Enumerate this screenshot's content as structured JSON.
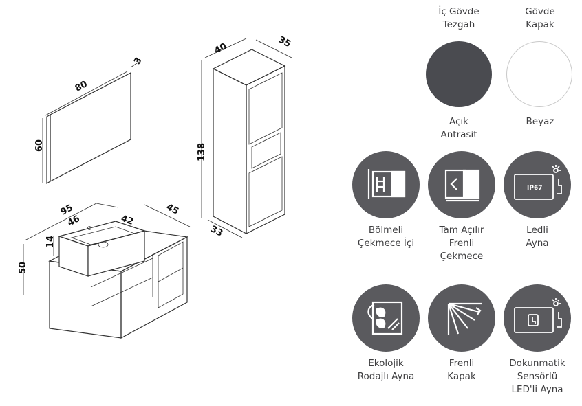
{
  "dimensions": {
    "mirror_width": "80",
    "mirror_height": "60",
    "mirror_depth": "3",
    "tall_width": "40",
    "tall_depth": "35",
    "tall_height": "138",
    "tall_base_depth": "33",
    "vanity_width": "95",
    "sink_width": "46",
    "sink_depth": "42",
    "vanity_depth": "45",
    "sink_height": "14",
    "vanity_height": "50"
  },
  "colors": {
    "headers": [
      {
        "label": "İç Gövde\nTezgah"
      },
      {
        "label": "Gövde\nKapak"
      }
    ],
    "swatches": [
      {
        "label": "Açık\nAntrasit",
        "hex": "#4a4b50"
      },
      {
        "label": "Beyaz",
        "hex": "#ffffff"
      }
    ]
  },
  "features": [
    {
      "label": "Bölmeli\nÇekmece İçi",
      "icon": "drawer-divider-icon"
    },
    {
      "label": "Tam Açılır\nFrenli\nÇekmece",
      "icon": "full-extension-drawer-icon"
    },
    {
      "label": "Ledli\nAyna",
      "icon": "led-mirror-icon",
      "badge": "IP67"
    },
    {
      "label": "Ekolojik\nRodajlı Ayna",
      "icon": "eco-mirror-icon"
    },
    {
      "label": "Frenli\nKapak",
      "icon": "soft-close-door-icon"
    },
    {
      "label": "Dokunmatik\nSensörlü\nLED'li Ayna",
      "icon": "touch-sensor-mirror-icon"
    }
  ],
  "theme": {
    "icon_bg": "#5a5a5e",
    "text": "#3e3e40"
  }
}
